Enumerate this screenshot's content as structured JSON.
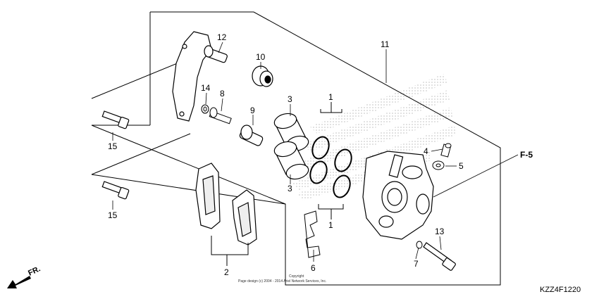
{
  "labels": {
    "n1a": "1",
    "n1b": "1",
    "n2": "2",
    "n3a": "3",
    "n3b": "3",
    "n4": "4",
    "n5": "5",
    "n6": "6",
    "n7": "7",
    "n8": "8",
    "n9": "9",
    "n10": "10",
    "n11": "11",
    "n12": "12",
    "n13": "13",
    "n14": "14",
    "n15a": "15",
    "n15b": "15"
  },
  "reference": "F-5",
  "front_marker": "FR.",
  "diagram_code": "KZZ4F1220",
  "copyright": {
    "line1": "Copyright",
    "line2": "Page design (c) 2004 - 2014 Ariel Network Services, Inc."
  }
}
